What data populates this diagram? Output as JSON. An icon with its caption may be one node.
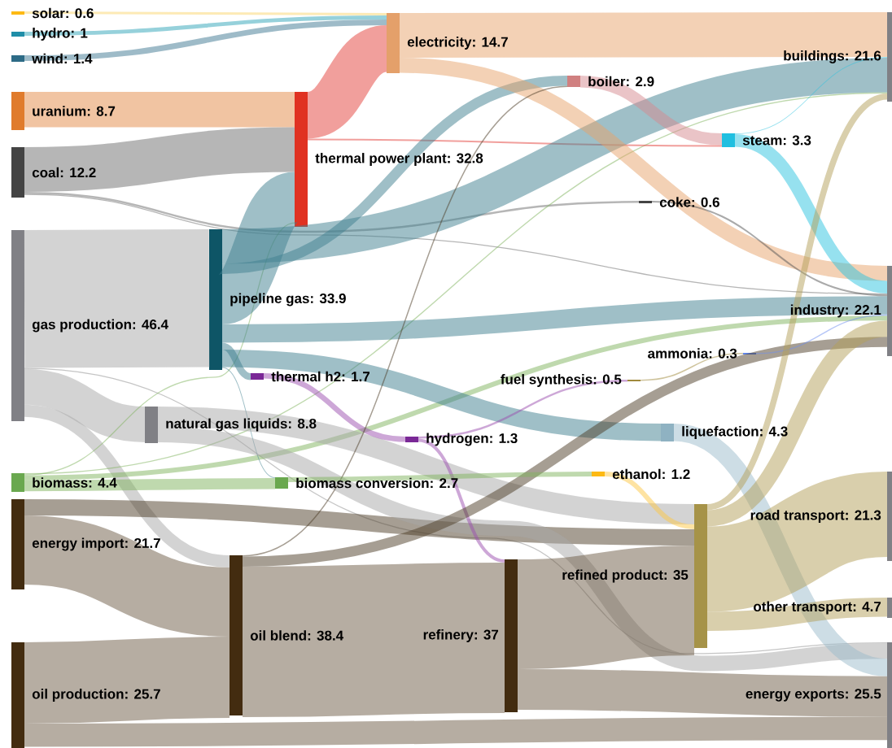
{
  "diagram": {
    "nodes": [
      {
        "text": [
          "solar: 0.6"
        ]
      },
      {
        "text": [
          "hydro: 1"
        ]
      },
      {
        "text": [
          "wind: 1.4"
        ]
      },
      {
        "text": [
          "uranium: 8.7"
        ]
      },
      {
        "text": [
          "coal: 12.2"
        ]
      },
      {
        "text": [
          "gas production: 46.4"
        ]
      },
      {
        "text": [
          "biomass: 4.4"
        ]
      },
      {
        "text": [
          "energy import: 21.7"
        ]
      },
      {
        "text": [
          "oil production: 25.7"
        ]
      },
      {
        "text": [
          "electricity: 14.7"
        ]
      },
      {
        "text": [
          "thermal power plant: 32.8"
        ]
      },
      {
        "text": [
          "pipeline gas: 33.9"
        ]
      },
      {
        "text": [
          "natural gas liquids: 8.8"
        ]
      },
      {
        "text": [
          "thermal h2: 1.7"
        ]
      },
      {
        "text": [
          "oil blend: 38.4"
        ]
      },
      {
        "text": [
          "boiler: 2.9"
        ]
      },
      {
        "text": [
          "coke: 0.6"
        ]
      },
      {
        "text": [
          "hydrogen: 1.3"
        ]
      },
      {
        "text": [
          "biomass conversion: 2.7"
        ]
      },
      {
        "text": [
          "refinery: 37"
        ]
      },
      {
        "text": [
          "fuel synthesis: 0.5"
        ]
      },
      {
        "text": [
          "ammonia: 0.3"
        ]
      },
      {
        "text": [
          "steam: 3.3"
        ]
      },
      {
        "text": [
          "ethanol: 1.2"
        ]
      },
      {
        "text": [
          "liquefaction: 4.3"
        ]
      },
      {
        "text": [
          "refined product: 35"
        ]
      },
      {
        "text": [
          "buildings: 21.6"
        ]
      },
      {
        "text": [
          "industry: 22.1"
        ]
      },
      {
        "text": [
          "road transport: 21.3"
        ]
      },
      {
        "text": [
          "other transport: 4.7"
        ]
      },
      {
        "text": [
          "energy exports: 25.5"
        ]
      }
    ],
    "edges": [
      {
        "from": 0,
        "to": 9,
        "arrow": "none",
        "color": "#fcd66b"
      },
      {
        "from": 1,
        "to": 9,
        "arrow": "none",
        "color": "#2ea3b8"
      },
      {
        "from": 2,
        "to": 9,
        "arrow": "none",
        "color": "#3d7891"
      },
      {
        "from": 3,
        "to": 10,
        "arrow": "none",
        "style": "thick",
        "color": "#e48a45"
      },
      {
        "from": 4,
        "to": 10,
        "arrow": "none",
        "style": "thick",
        "color": "#6e6e6e"
      },
      {
        "from": 4,
        "to": 16,
        "arrow": "none",
        "color": "#6e6e6e"
      },
      {
        "from": 4,
        "to": 27,
        "arrow": "none",
        "color": "#6e6e6e"
      },
      {
        "from": 5,
        "to": 11,
        "arrow": "none",
        "style": "thick",
        "color": "#a8a8a8"
      },
      {
        "from": 5,
        "to": 12,
        "arrow": "none",
        "style": "thick",
        "color": "#a8a8a8"
      },
      {
        "from": 5,
        "to": 14,
        "arrow": "none",
        "color": "#a8a8a8"
      },
      {
        "from": 5,
        "to": 30,
        "arrow": "none",
        "color": "#8c8c8c"
      },
      {
        "from": 6,
        "to": 10,
        "arrow": "none",
        "color": "#7fb45e"
      },
      {
        "from": 6,
        "to": 26,
        "arrow": "none",
        "color": "#7fb45e"
      },
      {
        "from": 6,
        "to": 27,
        "arrow": "none",
        "color": "#7fb45e"
      },
      {
        "from": 6,
        "to": 18,
        "arrow": "none",
        "color": "#7fb45e"
      },
      {
        "from": 7,
        "to": 14,
        "arrow": "none",
        "style": "thick",
        "color": "#6e5c45"
      },
      {
        "from": 7,
        "to": 25,
        "arrow": "none",
        "color": "#4e3d28"
      },
      {
        "from": 8,
        "to": 14,
        "arrow": "none",
        "style": "thick",
        "color": "#6e5c45"
      },
      {
        "from": 8,
        "to": 30,
        "arrow": "none",
        "style": "thick",
        "color": "#6e5c45"
      },
      {
        "from": 10,
        "to": 9,
        "arrow": "none",
        "style": "thick",
        "color": "#e3403a"
      },
      {
        "from": 10,
        "to": 22,
        "arrow": "none",
        "color": "#e3403a"
      },
      {
        "from": 11,
        "to": 10,
        "arrow": "none",
        "style": "thick",
        "color": "#3f7f8f"
      },
      {
        "from": 11,
        "to": 15,
        "arrow": "none",
        "color": "#3f7f8f"
      },
      {
        "from": 11,
        "to": 26,
        "arrow": "none",
        "style": "thick",
        "color": "#3f7f8f"
      },
      {
        "from": 11,
        "to": 27,
        "arrow": "none",
        "color": "#3f7f8f"
      },
      {
        "from": 11,
        "to": 24,
        "arrow": "none",
        "color": "#3f7f8f"
      },
      {
        "from": 11,
        "to": 13,
        "arrow": "none",
        "color": "#3f7f8f"
      },
      {
        "from": 11,
        "to": 18,
        "arrow": "none",
        "color": "#3f7f8f"
      },
      {
        "from": 9,
        "to": 26,
        "arrow": "none",
        "style": "thick",
        "color": "#e8a46c"
      },
      {
        "from": 9,
        "to": 27,
        "arrow": "none",
        "color": "#e8a46c"
      },
      {
        "from": 12,
        "to": 25,
        "arrow": "none",
        "color": "#a8a8a8"
      },
      {
        "from": 12,
        "to": 30,
        "arrow": "none",
        "color": "#a8a8a8"
      },
      {
        "from": 13,
        "to": 17,
        "arrow": "none",
        "color": "#9b4fb0"
      },
      {
        "from": 17,
        "to": 20,
        "arrow": "none",
        "color": "#9b4fb0"
      },
      {
        "from": 17,
        "to": 19,
        "arrow": "none",
        "color": "#9b4fb0"
      },
      {
        "from": 14,
        "to": 19,
        "arrow": "none",
        "style": "thick",
        "color": "#6e5c45"
      },
      {
        "from": 14,
        "to": 27,
        "arrow": "none",
        "color": "#4e3d28"
      },
      {
        "from": 14,
        "to": 15,
        "arrow": "none",
        "color": "#4e3d28"
      },
      {
        "from": 15,
        "to": 22,
        "arrow": "none",
        "color": "#d68a90"
      },
      {
        "from": 16,
        "to": 27,
        "arrow": "none",
        "color": "#555555"
      },
      {
        "from": 18,
        "to": 23,
        "arrow": "none",
        "color": "#7fb45e"
      },
      {
        "from": 19,
        "to": 25,
        "arrow": "none",
        "style": "thick",
        "color": "#6e5c45"
      },
      {
        "from": 19,
        "to": 30,
        "arrow": "none",
        "style": "thick",
        "color": "#6e5c45"
      },
      {
        "from": 20,
        "to": 21,
        "arrow": "none",
        "color": "#a08a3c"
      },
      {
        "from": 21,
        "to": 27,
        "arrow": "none",
        "color": "#7090f0"
      },
      {
        "from": 22,
        "to": 26,
        "arrow": "none",
        "color": "#2ec4e0"
      },
      {
        "from": 22,
        "to": 27,
        "arrow": "none",
        "color": "#2ec4e0"
      },
      {
        "from": 23,
        "to": 25,
        "arrow": "none",
        "color": "#fdc845"
      },
      {
        "from": 24,
        "to": 30,
        "arrow": "none",
        "color": "#9bbccc"
      },
      {
        "from": 25,
        "to": 26,
        "arrow": "none",
        "color": "#b39f5a"
      },
      {
        "from": 25,
        "to": 27,
        "arrow": "none",
        "color": "#b39f5a"
      },
      {
        "from": 25,
        "to": 28,
        "arrow": "none",
        "style": "thick",
        "color": "#b39f5a"
      },
      {
        "from": 25,
        "to": 29,
        "arrow": "none",
        "color": "#b39f5a"
      }
    ]
  }
}
